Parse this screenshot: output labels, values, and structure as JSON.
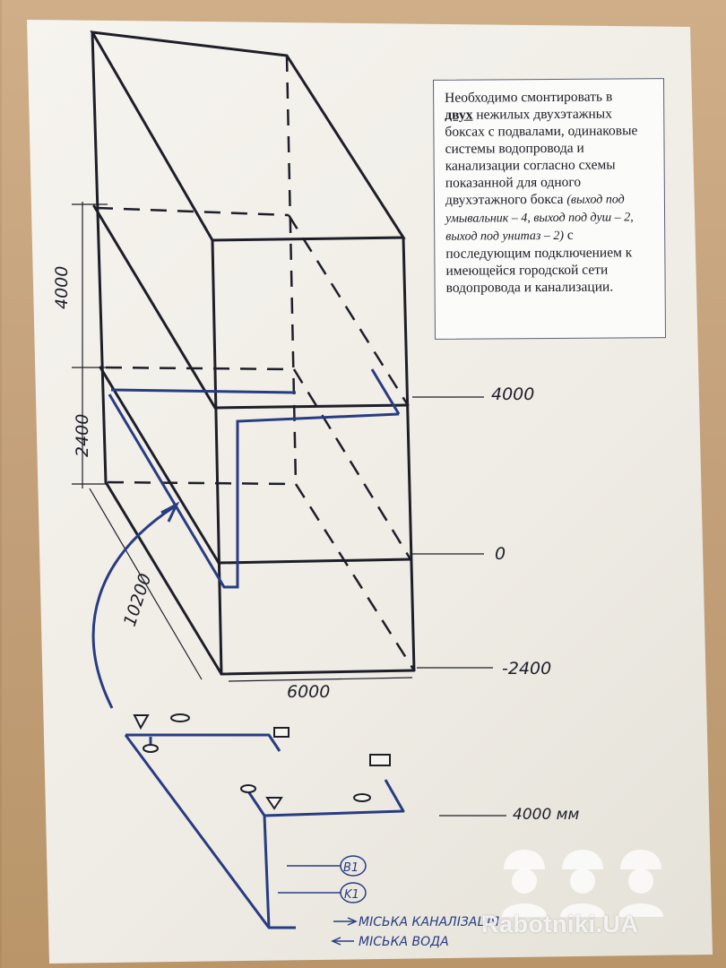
{
  "note": {
    "line1": "Необходимо смонтировать в",
    "em": "двух",
    "line2": " нежилых двухэтажных боксах с подвалами, одинаковые системы водопровода и канализации согласно схемы показанной для одного двухэтажного бокса ",
    "italic": "(выход под умывальник – 4, выход под душ – 2, выход под унитаз – 2)",
    "line3": " с последующим подключением к имеющейся городской сети водопровода и канализации."
  },
  "dimensions": {
    "height_floor": "4000",
    "height_basement": "2400",
    "depth": "10200",
    "width": "6000",
    "level_top": "4000",
    "level_zero": "0",
    "level_bottom": "-2400",
    "level_pipe": "4000 мм"
  },
  "labels": {
    "b1": "B1",
    "k1": "K1",
    "sewer": "МІСЬКА КАНАЛІЗАЦІЯ",
    "water": "МІСЬКА ВОДА"
  },
  "watermark": {
    "text": "Rabotniki.UA"
  },
  "colors": {
    "ink": "#1e1e2a",
    "blue_ink": "#283c82",
    "note_border": "#5a5f73"
  }
}
